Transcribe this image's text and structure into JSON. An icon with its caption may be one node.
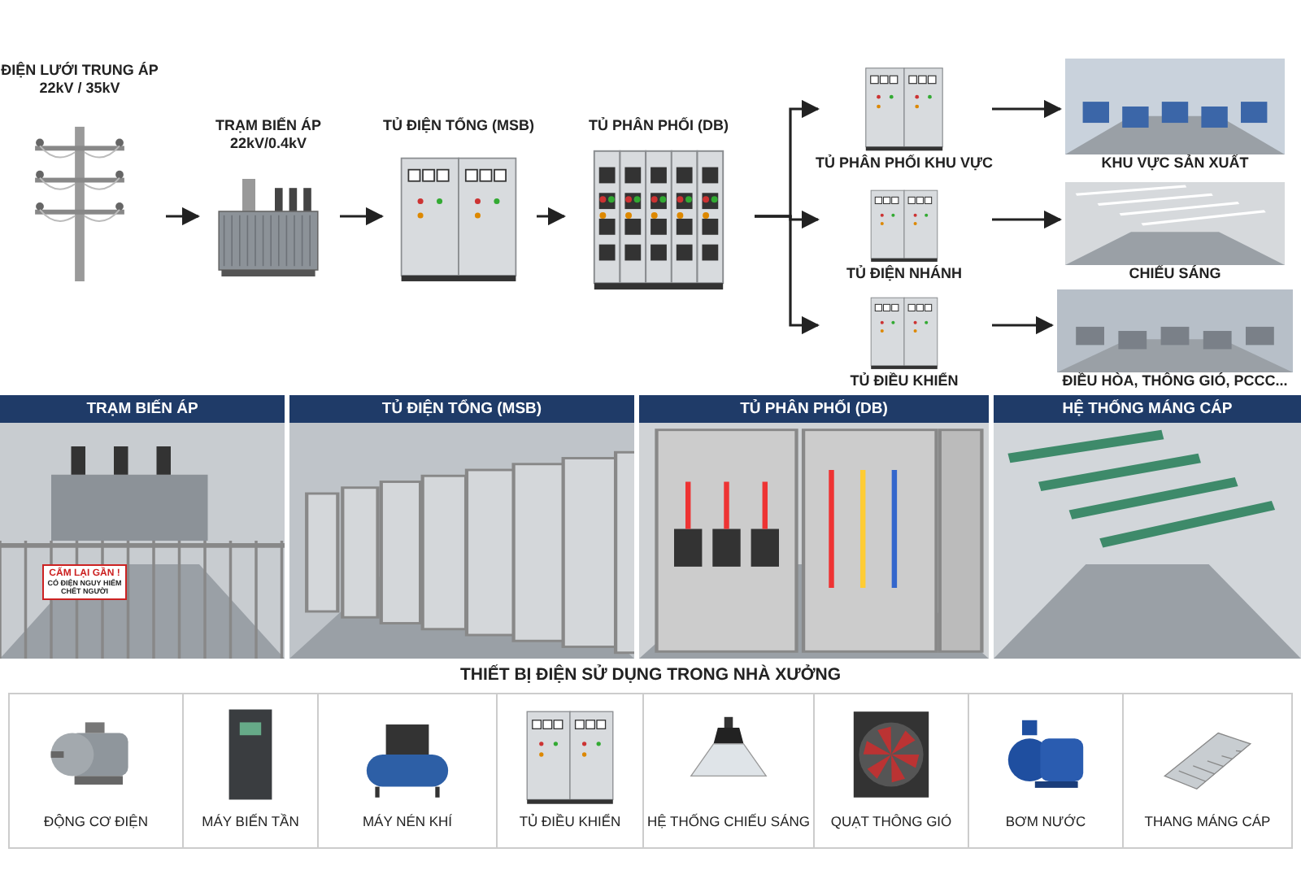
{
  "diagram": {
    "nodes": [
      {
        "text": [
          "ĐIỆN LƯỚI TRUNG ÁP",
          "22kV / 35kV"
        ]
      },
      {
        "text": [
          "TRẠM BIẾN ÁP",
          "22kV/0.4kV"
        ]
      },
      {
        "text": [
          "TỦ ĐIỆN TỔNG (MSB)"
        ]
      },
      {
        "text": [
          "TỦ PHÂN PHỐI (DB)"
        ]
      },
      {
        "text": [
          "TỦ PHÂN PHỐI KHU VỰC"
        ]
      },
      {
        "text": [
          "KHU VỰC SẢN XUẤT"
        ]
      },
      {
        "text": [
          "TỦ ĐIỆN NHÁNH"
        ]
      },
      {
        "text": [
          "CHIẾU SÁNG"
        ]
      },
      {
        "text": [
          "TỦ ĐIỀU KHIỂN"
        ]
      },
      {
        "text": [
          "ĐIỀU HÒA, THÔNG GIÓ, PCCC..."
        ]
      },
      {
        "text": [
          "TRẠM BIẾN ÁP"
        ]
      },
      {
        "text": [
          "TỦ ĐIỆN TỔNG (MSB)"
        ]
      },
      {
        "text": [
          "TỦ PHÂN PHỐI (DB)"
        ]
      },
      {
        "text": [
          "HỆ THỐNG MÁNG CÁP"
        ]
      },
      {
        "text": [
          "THIẾT BỊ ĐIỆN SỬ DỤNG TRONG NHÀ XƯỞNG"
        ]
      },
      {
        "text": [
          "ĐỘNG CƠ ĐIỆN"
        ],
        "in": 14
      },
      {
        "text": [
          "MÁY BIẾN TẦN"
        ],
        "in": 14
      },
      {
        "text": [
          "MÁY NÉN KHÍ"
        ],
        "in": 14
      },
      {
        "text": [
          "TỦ ĐIỀU KHIỂN"
        ],
        "in": 14
      },
      {
        "text": [
          "HỆ THỐNG CHIẾU SÁNG"
        ],
        "in": 14
      },
      {
        "text": [
          "QUẠT THÔNG GIÓ"
        ],
        "in": 14
      },
      {
        "text": [
          "BƠM NƯỚC"
        ],
        "in": 14
      },
      {
        "text": [
          "THANG MÁNG CÁP"
        ],
        "in": 14
      }
    ],
    "edges": [
      {
        "from": 0,
        "to": 1,
        "arrow": "to"
      },
      {
        "from": 1,
        "to": 2,
        "arrow": "to"
      },
      {
        "from": 2,
        "to": 3,
        "arrow": "to"
      },
      {
        "from": 3,
        "to": 4,
        "arrow": "to"
      },
      {
        "from": 3,
        "to": 6,
        "arrow": "to"
      },
      {
        "from": 3,
        "to": 8,
        "arrow": "to"
      },
      {
        "from": 4,
        "to": 5,
        "arrow": "to"
      },
      {
        "from": 6,
        "to": 7,
        "arrow": "to"
      },
      {
        "from": 8,
        "to": 9,
        "arrow": "to"
      }
    ],
    "labels": [
      "CẤM LẠI GẦN !",
      "CÓ ĐIỆN NGUY HIỂM CHẾT NGƯỜI"
    ]
  }
}
